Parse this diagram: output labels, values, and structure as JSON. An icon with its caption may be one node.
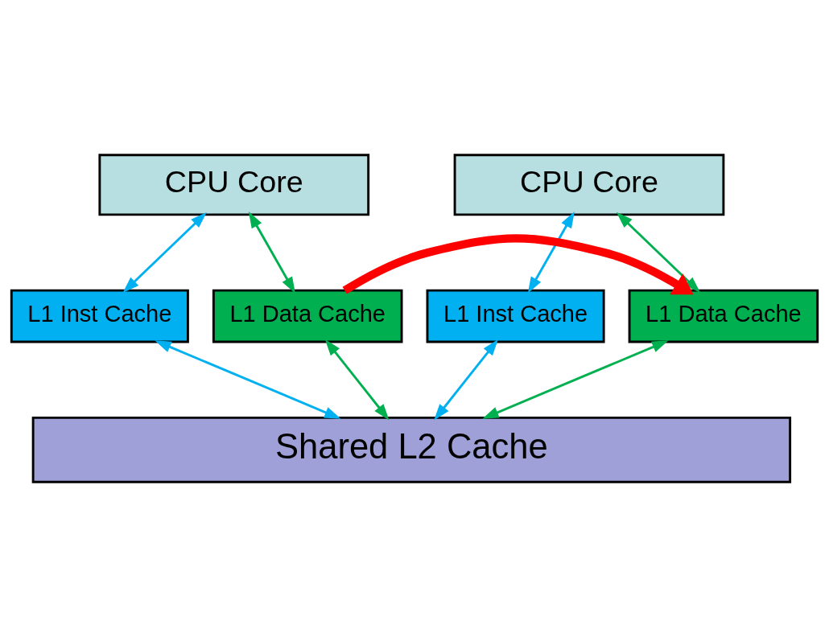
{
  "diagram": {
    "nodes": [
      {
        "text": [
          "CPU Core"
        ]
      },
      {
        "text": [
          "CPU Core"
        ]
      },
      {
        "text": [
          "L1 Inst Cache"
        ]
      },
      {
        "text": [
          "L1 Data Cache"
        ]
      },
      {
        "text": [
          "L1 Inst Cache"
        ]
      },
      {
        "text": [
          "L1 Data Cache"
        ]
      },
      {
        "text": [
          "Shared L2 Cache"
        ]
      }
    ],
    "edges": [
      {
        "from": 0,
        "to": 2,
        "arrow": "both",
        "color": "#00b0f0"
      },
      {
        "from": 0,
        "to": 3,
        "arrow": "both",
        "color": "#00b050"
      },
      {
        "from": 3,
        "to": 5,
        "arrow": "to",
        "style": "thick",
        "color": "#ff0000"
      },
      {
        "from": 1,
        "to": 4,
        "arrow": "both",
        "color": "#00b0f0"
      },
      {
        "from": 1,
        "to": 5,
        "arrow": "both",
        "color": "#00b050"
      },
      {
        "from": 2,
        "to": 6,
        "arrow": "both",
        "color": "#00b0f0"
      },
      {
        "from": 3,
        "to": 6,
        "arrow": "both",
        "color": "#00b050"
      },
      {
        "from": 4,
        "to": 6,
        "arrow": "both",
        "color": "#00b0f0"
      },
      {
        "from": 5,
        "to": 6,
        "arrow": "both",
        "color": "#00b050"
      }
    ]
  }
}
